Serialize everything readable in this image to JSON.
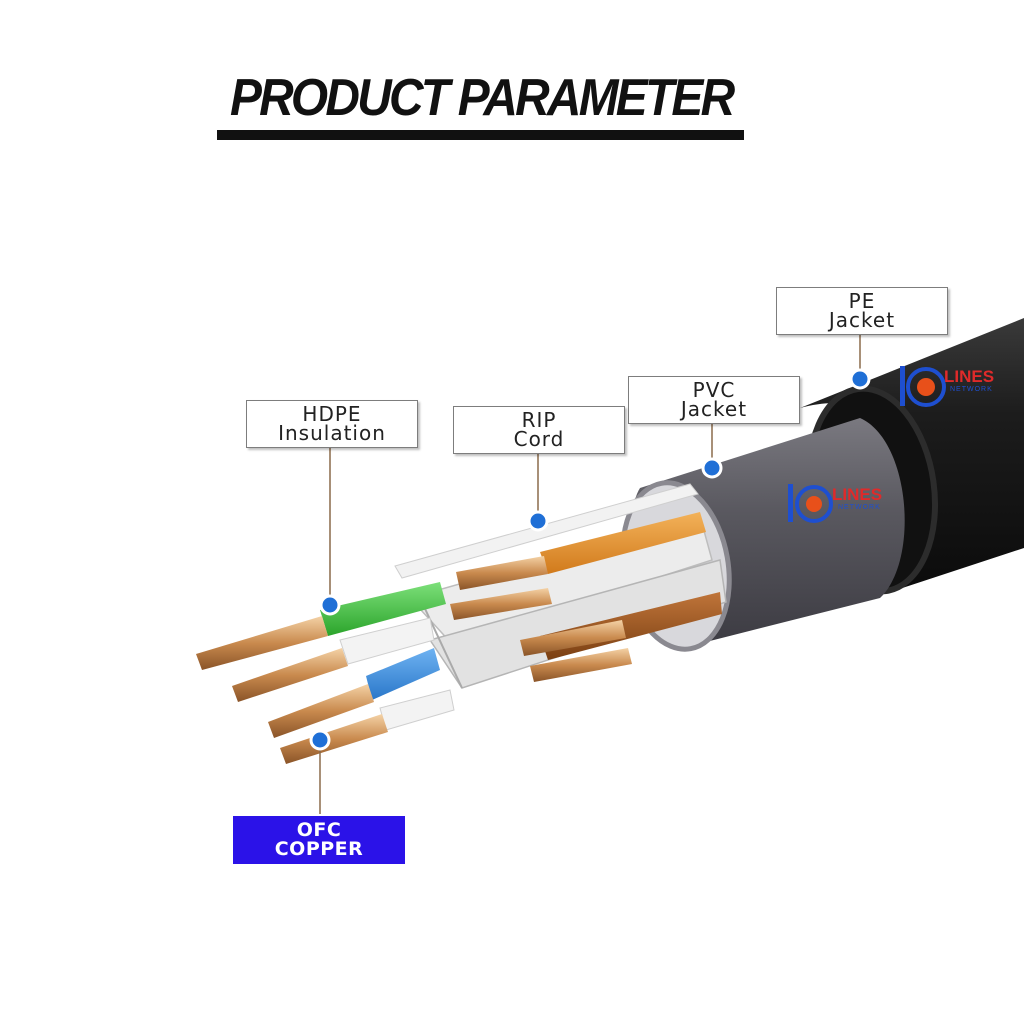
{
  "title": "PRODUCT PARAMETER",
  "callouts": {
    "pe_jacket": [
      "PE",
      "Jacket"
    ],
    "pvc_jacket": [
      "PVC",
      "Jacket"
    ],
    "rip_cord": [
      "RIP",
      "Cord"
    ],
    "hdpe_insulation": [
      "HDPE",
      "Insulation"
    ],
    "ofc_copper": [
      "OFC",
      "COPPER"
    ]
  },
  "brand": {
    "logo_text": "LINES",
    "logo_subtext": "NETWORK"
  },
  "colors": {
    "callout_dot": "#1f6fd6",
    "ofc_background": "#2b12e8",
    "pe_jacket": "#1c1c1c",
    "pvc_jacket": "#55545c",
    "copper": "#c98a4e",
    "logo_red": "#e02a2a",
    "logo_blue": "#1e4fd0"
  }
}
